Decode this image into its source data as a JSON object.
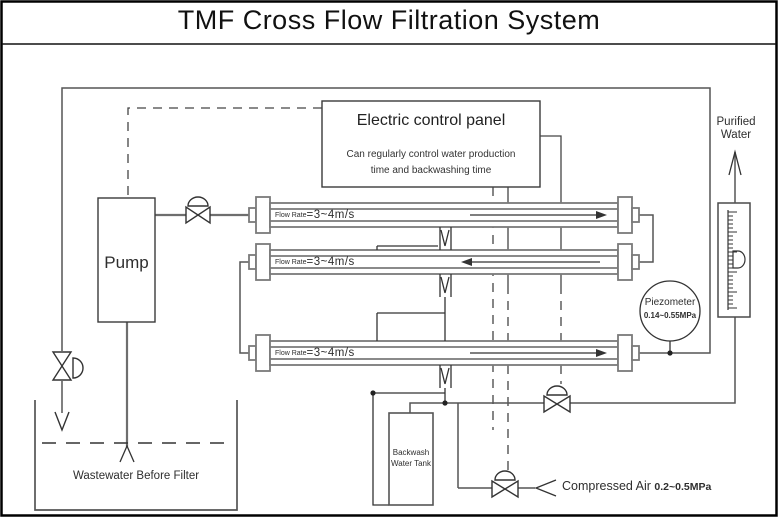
{
  "title": "TMF Cross Flow Filtration System",
  "control_panel": {
    "title": "Electric control panel",
    "description_line1": "Can regularly control water production",
    "description_line2": "time and backwashing time"
  },
  "pump": {
    "label": "Pump"
  },
  "tubes": [
    {
      "flow_label": "Flow Rate",
      "flow_value": "=3~4m/s",
      "flow_direction": "right"
    },
    {
      "flow_label": "Flow Rate",
      "flow_value": "=3~4m/s",
      "flow_direction": "left"
    },
    {
      "flow_label": "Flow Rate",
      "flow_value": "=3~4m/s",
      "flow_direction": "right"
    }
  ],
  "piezometer": {
    "label": "Piezometer",
    "range": "0.14~0.55MPa"
  },
  "purified_water": {
    "line1": "Purified",
    "line2": "Water"
  },
  "backwash_tank": {
    "line1": "Backwash",
    "line2": "Water Tank"
  },
  "wastewater_tank": {
    "label": "Wastewater Before Filter"
  },
  "compressed_air": {
    "label": "Compressed Air",
    "range": "0.2~0.5MPa"
  }
}
